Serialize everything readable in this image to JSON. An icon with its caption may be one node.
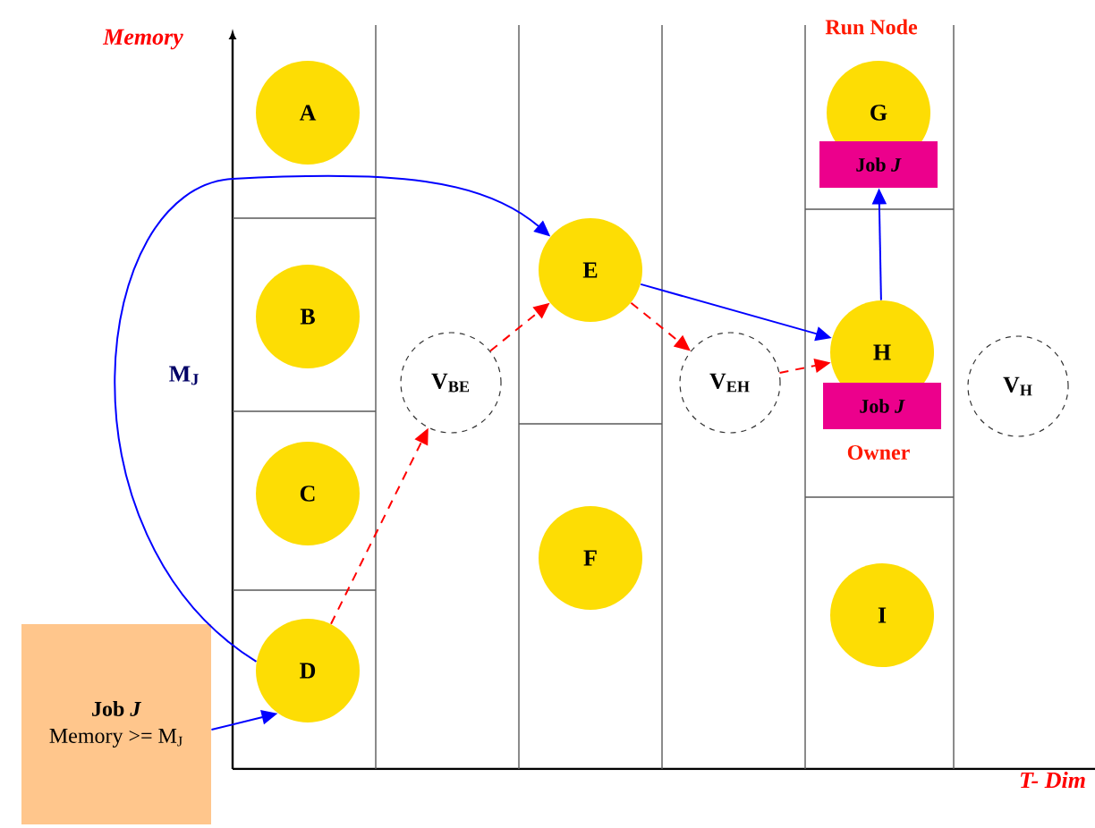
{
  "diagram": {
    "nodes": [
      {
        "text": [
          "A"
        ]
      },
      {
        "text": [
          "B"
        ]
      },
      {
        "text": [
          "C"
        ]
      },
      {
        "text": [
          "D"
        ]
      },
      {
        "text": [
          "V$_{BE}$"
        ]
      },
      {
        "text": [
          "E"
        ]
      },
      {
        "text": [
          "F"
        ]
      },
      {
        "text": [
          "V$_{EH}$"
        ]
      },
      {
        "text": [
          "G"
        ],
        "beside": [
          "Run Node"
        ]
      },
      {
        "text": [
          "Job *J*"
        ]
      },
      {
        "text": [
          "H"
        ]
      },
      {
        "text": [
          "Job *J*"
        ],
        "beside": [
          "Owner"
        ]
      },
      {
        "text": [
          "I"
        ]
      },
      {
        "text": [
          "V$_{H}$"
        ]
      },
      {
        "text": [
          "Job *J*",
          "Memory >= M$_{J}$"
        ]
      }
    ],
    "edges": [
      {
        "from": 14,
        "to": 3,
        "arrow": "to"
      },
      {
        "from": 3,
        "to": 5,
        "arrow": "to",
        "label": "M$_{J}$"
      },
      {
        "from": 5,
        "to": 10,
        "arrow": "to"
      },
      {
        "from": 10,
        "to": 9,
        "arrow": "to"
      },
      {
        "from": 3,
        "to": 4,
        "arrow": "to",
        "style": "dashed",
        "color": "#ff0000"
      },
      {
        "from": 4,
        "to": 5,
        "arrow": "to",
        "style": "dashed",
        "color": "#ff0000"
      },
      {
        "from": 5,
        "to": 7,
        "arrow": "to",
        "style": "dashed",
        "color": "#ff0000"
      },
      {
        "from": 7,
        "to": 10,
        "arrow": "to",
        "style": "dashed",
        "color": "#ff0000"
      }
    ],
    "labels": [
      "Memory",
      "T- Dim"
    ]
  }
}
